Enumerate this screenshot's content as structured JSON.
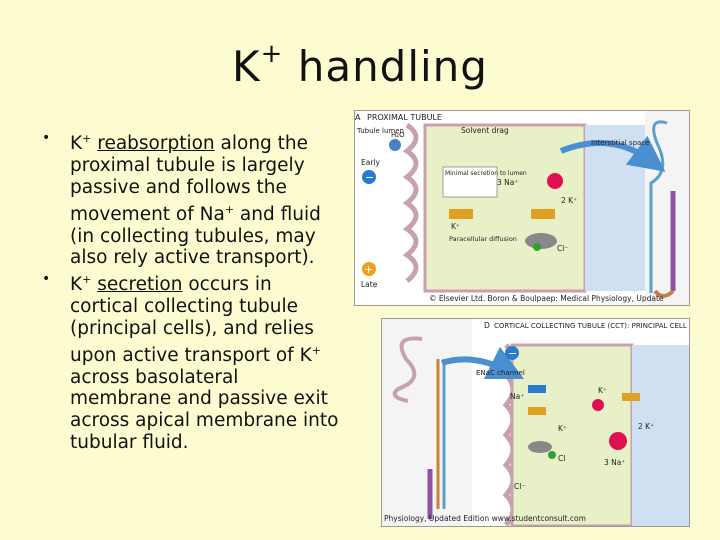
{
  "slide": {
    "title_base": "K",
    "title_sup": "+",
    "title_rest": " handling"
  },
  "bullets": [
    {
      "k": "K",
      "sup": "+",
      "key": "reabsorption",
      "rest_a": " along the proximal tubule is largely passive and follows the movement of Na",
      "sup2": "+",
      "rest_b": " and fluid (in collecting tubules, may also rely active transport)."
    },
    {
      "k": "K",
      "sup": "+",
      "key": "secretion",
      "rest_a": " occurs in cortical collecting tubule (principal cells), and relies upon active transport of K",
      "sup2": "+",
      "rest_b": " across basolateral membrane and passive exit across apical membrane into tubular fluid."
    }
  ],
  "figure_a": {
    "panel_letter": "A",
    "heading": "PROXIMAL TUBULE",
    "tubule_lumen": "Tubule lumen",
    "water": "H₂O",
    "solvent_drag": "Solvent drag",
    "interstitial_space": "Interstitial space",
    "early": "Early",
    "late": "Late",
    "minimal_secretion": "Minimal secretion to lumen",
    "na3": "3 Na⁺",
    "k2": "2 K⁺",
    "k_plus": "K⁺",
    "paracellular": "Paracellular diffusion",
    "cl_minus": "Cl⁻",
    "credit": "© Elsevier Ltd. Boron & Boulpaep: Medical Physiology, Update"
  },
  "figure_d": {
    "panel_letter": "D",
    "heading": "CORTICAL COLLECTING TUBULE (CCT): PRINCIPAL CELL",
    "enac": "ENaC channel",
    "na_plus": "Na⁺",
    "k_plus": "K⁺",
    "na3": "3 Na⁺",
    "k2": "2 K⁺",
    "cl": "Cl",
    "cl_minus": "Cl⁻",
    "credit": "Physiology, Updated Edition    www.studentconsult.com"
  },
  "colors": {
    "background": "#fdfcd0",
    "cell": "#e8f0c8",
    "interstitium": "#cfe0f2",
    "lumen": "#ffffff",
    "pump": "#e01050",
    "channel": "#e0a020",
    "arrow": "#4a90d0"
  }
}
